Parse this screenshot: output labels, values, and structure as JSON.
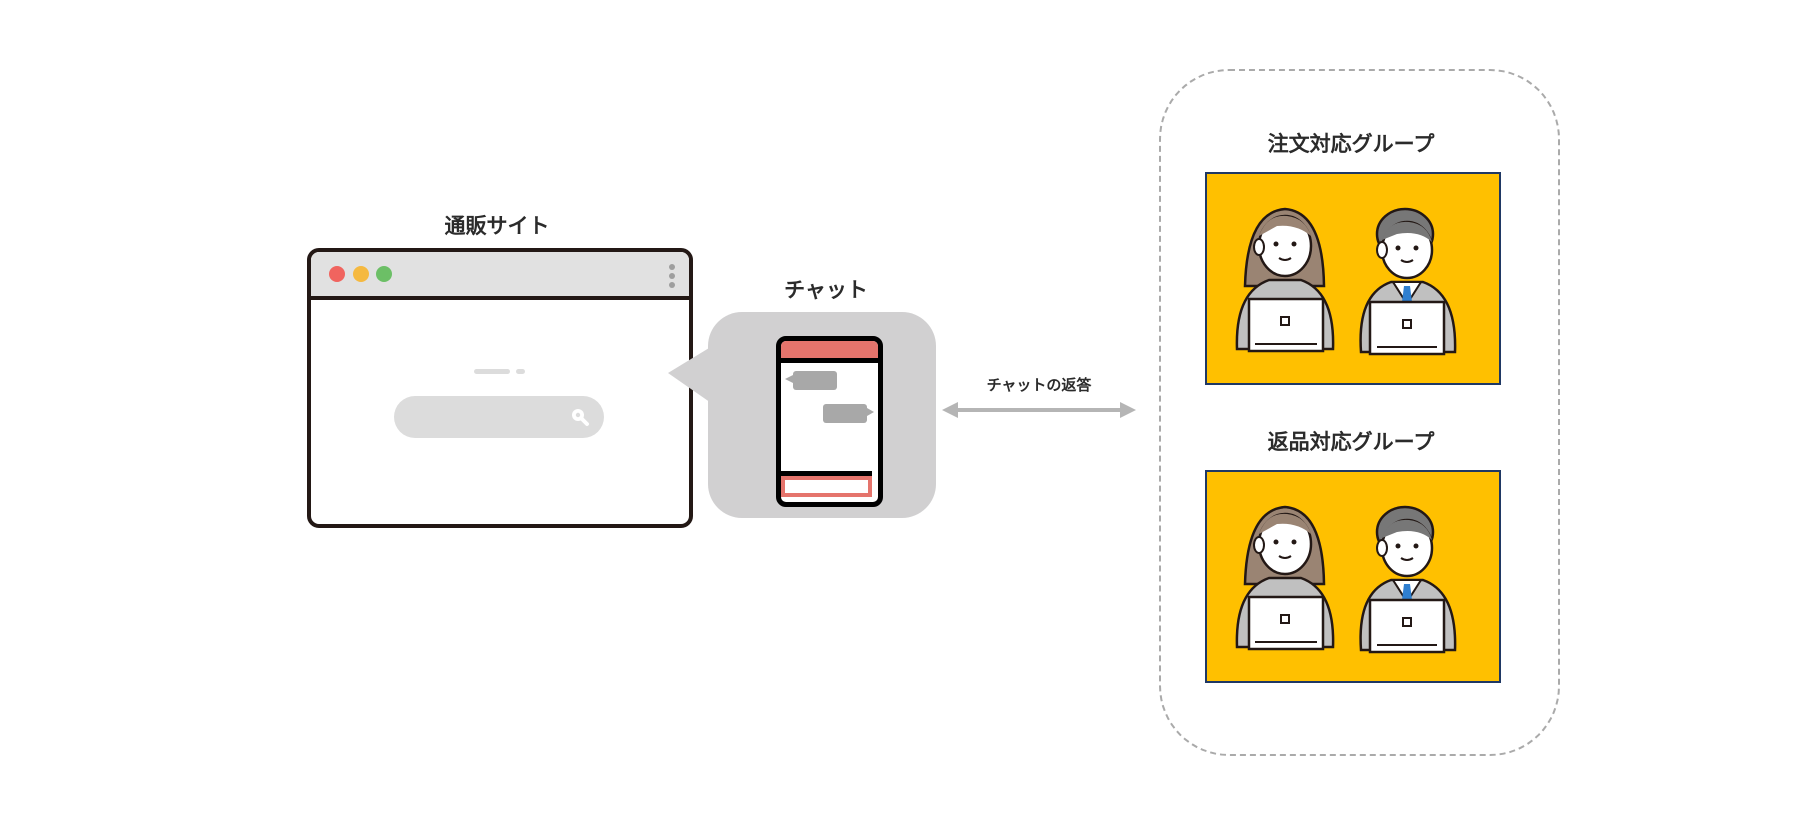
{
  "labels": {
    "site": "通販サイト",
    "chat": "チャット",
    "reply": "チャットの返答",
    "group_order": "注文対応グループ",
    "group_return": "返品対応グループ"
  },
  "icons": {
    "search": "search-icon",
    "menu": "kebab-menu-icon",
    "arrow": "double-arrow-icon"
  },
  "colors": {
    "dot_red": "#f0645f",
    "dot_yellow": "#f5b940",
    "dot_green": "#6cbf66",
    "phone_accent": "#e5746c",
    "group_bg": "#ffc000",
    "group_border": "#1f3864"
  }
}
